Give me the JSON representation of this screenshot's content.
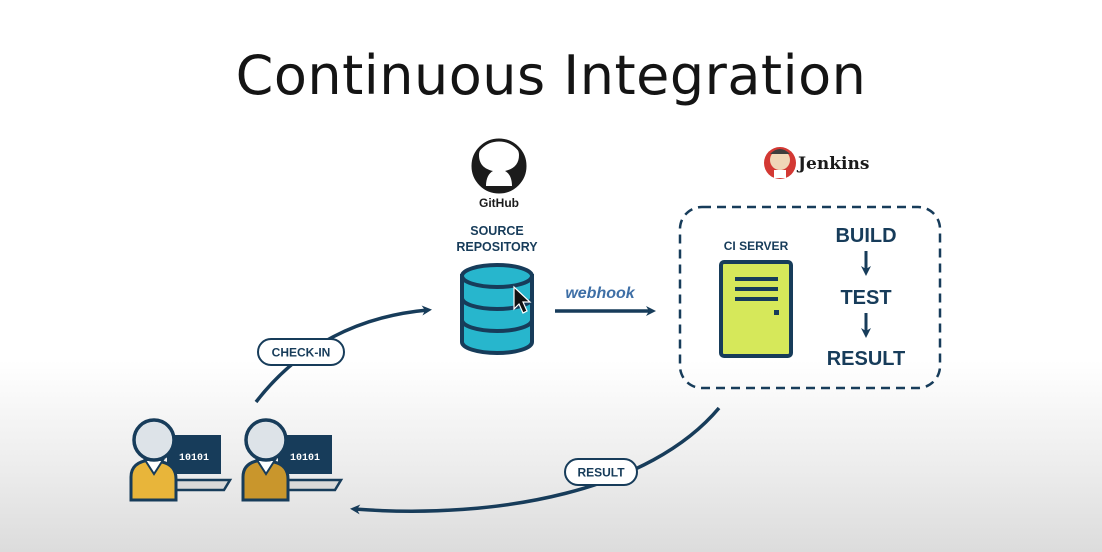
{
  "title": "Continuous Integration",
  "github": {
    "label": "GitHub"
  },
  "jenkins": {
    "label": "Jenkins"
  },
  "repository": {
    "line1": "SOURCE",
    "line2": "REPOSITORY"
  },
  "webhook_label": "webhook",
  "ci_server": {
    "label": "CI SERVER",
    "steps": [
      "BUILD",
      "TEST",
      "RESULT"
    ]
  },
  "checkin_label": "CHECK-IN",
  "result_label": "RESULT",
  "developers": [
    {
      "screen_text": "10101"
    },
    {
      "screen_text": "10101"
    }
  ],
  "colors": {
    "dark_blue": "#173c5a",
    "repo_teal": "#27b6cd",
    "server_green": "#d6e85a",
    "developer_gold": "#e8b53a",
    "developer_gold_dark": "#c9962c",
    "head_grey": "#dde3e8"
  }
}
